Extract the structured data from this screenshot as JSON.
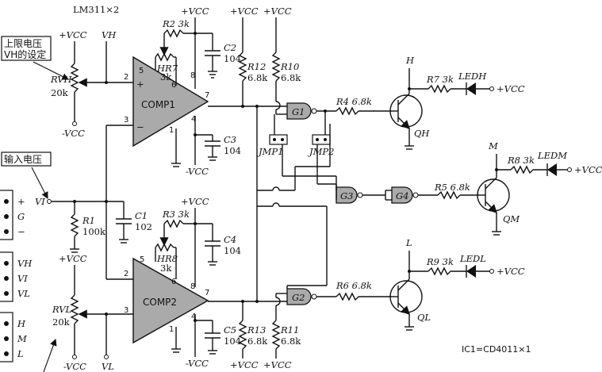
{
  "labels": {
    "chip_count": "LM311×2",
    "ic1": "IC1=CD4011×1",
    "note_vh": [
      "上限电压",
      "VH的设定"
    ],
    "note_vi": "输入电压",
    "vcc": "+VCC",
    "vee": "-VCC",
    "vh": "VH",
    "vi": "VI",
    "vl": "VL",
    "comp1": "COMP1",
    "comp2": "COMP2",
    "r1": "R1",
    "r1_val": "100k",
    "r2": "R2 3k",
    "hr7": "HR7",
    "hr7_val": "3k",
    "r3": "R3 3k",
    "hr8": "HR8",
    "hr8_val": "3k",
    "r4": "R4 6.8k",
    "r5": "R5 6.8k",
    "r6": "R6 6.8k",
    "r7": "R7 3k",
    "r8": "R8 3k",
    "r9": "R9 3k",
    "r10": "R10",
    "r10_val": "6.8k",
    "r11": "R11",
    "r11_val": "6.8k",
    "r12": "R12",
    "r12_val": "6.8k",
    "r13": "R13",
    "r13_val": "6.8k",
    "c1": "C1",
    "c1_val": "102",
    "c2": "C2",
    "c2_val": "104",
    "c3": "C3",
    "c3_val": "104",
    "c4": "C4",
    "c4_val": "104",
    "c5": "C5",
    "c5_val": "104",
    "rvh": "RVH",
    "rvh_val": "20k",
    "rvl": "RVL",
    "rvl_val": "20k",
    "g1": "G1",
    "g2": "G2",
    "g3": "G3",
    "g4": "G4",
    "jmp1": "JMP1",
    "jmp2": "JMP2",
    "qh": "QH",
    "qm": "QM",
    "ql": "QL",
    "led_h": "LEDH",
    "led_m": "LEDM",
    "led_l": "LEDL",
    "h": "H",
    "m": "M",
    "l": "L",
    "g": "G",
    "minus": "−",
    "plus": "+",
    "pin1": "1",
    "pin2": "2",
    "pin3": "3",
    "pin4": "4",
    "pin5": "5",
    "pin6": "6",
    "pin7": "7",
    "pin8": "8",
    "conn2": [
      "VH",
      "VI",
      "VL"
    ],
    "conn3": [
      "H",
      "M",
      "L"
    ]
  }
}
